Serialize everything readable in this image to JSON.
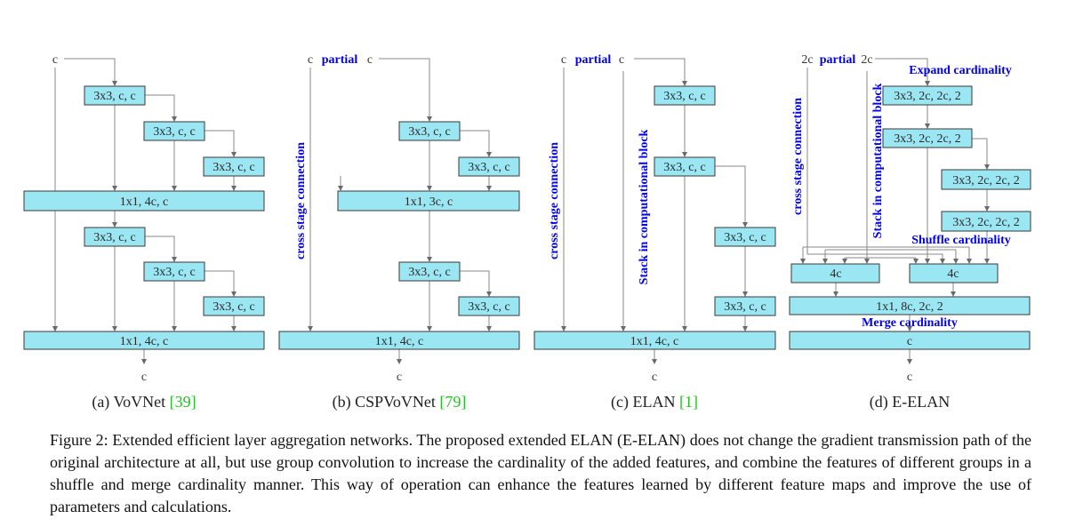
{
  "caption": "Figure 2: Extended efficient layer aggregation networks. The proposed extended ELAN (E-ELAN) does not change the gradient transmission path of the original architecture at all, but use group convolution to increase the cardinality of the added features, and combine the features of different groups in a shuffle and merge cardinality manner. This way of operation can enhance the features learned by different feature maps and improve the use of parameters and calculations.",
  "colors": {
    "block_fill": "#9ae6f3",
    "annotation_text": "#0000ee",
    "reference_link": "#22c322"
  },
  "panels": {
    "a": {
      "title": "(a) VoVNet ",
      "ref": "[39]",
      "input": "c",
      "output": "c",
      "blocks": {
        "b1": "3x3, c, c",
        "b2": "3x3, c, c",
        "b3": "3x3, c, c",
        "t1": "1x1, 4c, c",
        "b4": "3x3, c, c",
        "b5": "3x3, c, c",
        "b6": "3x3, c, c",
        "t2": "1x1, 4c, c"
      }
    },
    "b": {
      "title": "(b) CSPVoVNet ",
      "ref": "[79]",
      "input_left": "c",
      "partial": "partial",
      "input_right": "c",
      "output": "c",
      "cross_stage": "cross stage connection",
      "blocks": {
        "b1": "3x3, c, c",
        "b2": "3x3, c, c",
        "t1": "1x1, 3c, c",
        "b3": "3x3, c, c",
        "b4": "3x3, c, c",
        "t2": "1x1, 4c, c"
      }
    },
    "c": {
      "title": "(c) ELAN ",
      "ref": "[1]",
      "input_left": "c",
      "partial": "partial",
      "input_right": "c",
      "output": "c",
      "cross_stage": "cross stage connection",
      "stack": "Stack in computational block",
      "blocks": {
        "b1": "3x3, c, c",
        "b2": "3x3, c, c",
        "b3": "3x3, c, c",
        "b4": "3x3, c, c",
        "t1": "1x1, 4c, c"
      }
    },
    "d": {
      "title": "(d) E-ELAN",
      "input_left": "2c",
      "partial": "partial",
      "input_right": "2c",
      "output": "c",
      "cross_stage": "cross stage connection",
      "stack": "Stack in computational block",
      "expand": "Expand cardinality",
      "shuffle": "Shuffle cardinality",
      "merge": "Merge cardinality",
      "blocks": {
        "b1": "3x3, 2c, 2c, 2",
        "b2": "3x3, 2c, 2c, 2",
        "b3": "3x3, 2c, 2c, 2",
        "b4": "3x3, 2c, 2c, 2",
        "g1": "4c",
        "g2": "4c",
        "t1": "1x1, 8c, 2c, 2",
        "t2": "c"
      }
    }
  }
}
